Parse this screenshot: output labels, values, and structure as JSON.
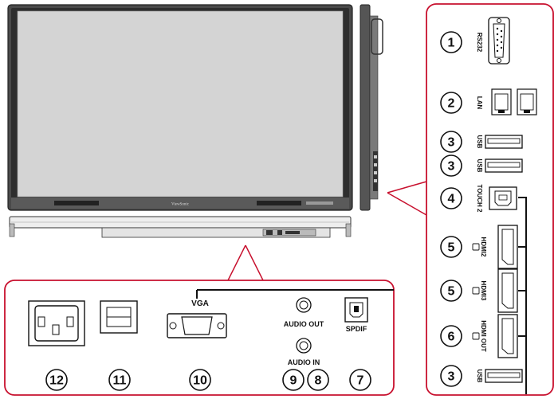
{
  "brand": "ViewSonic",
  "colors": {
    "callout": "#c8102e",
    "frame": "#3a3a3a",
    "screen": "#d6d6d6"
  },
  "right_panel": {
    "ports": [
      {
        "num": "1",
        "label": "RS232"
      },
      {
        "num": "2",
        "label": "LAN"
      },
      {
        "num": "3",
        "label": "USB"
      },
      {
        "num": "3",
        "label": "USB"
      },
      {
        "num": "4",
        "label": "TOUCH 2"
      },
      {
        "num": "5",
        "label": "HDMI2"
      },
      {
        "num": "5",
        "label": "HDMI3"
      },
      {
        "num": "6",
        "label": "HDMI OUT"
      },
      {
        "num": "3",
        "label": "USB"
      }
    ]
  },
  "bottom_panel": {
    "labels": {
      "vga": "VGA",
      "audio_out": "AUDIO OUT",
      "audio_in": "AUDIO IN",
      "spdif": "SPDIF"
    },
    "numbers": [
      "12",
      "11",
      "10",
      "9",
      "8",
      "7"
    ]
  }
}
